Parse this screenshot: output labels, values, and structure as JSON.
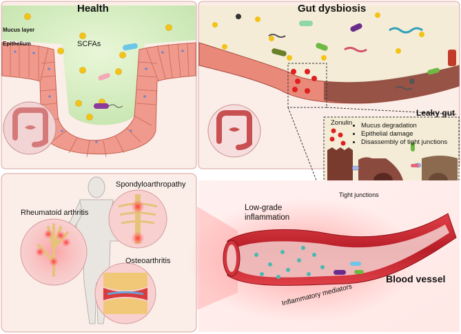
{
  "panels": {
    "health": {
      "title": "Health",
      "mucus_layer": "Mucus layer",
      "epithelium": "Epithelium",
      "scfas": "SCFAs"
    },
    "dysbiosis": {
      "title": "Gut dysbiosis"
    },
    "leaky_gut": {
      "title": "Leaky gut",
      "zonulin": "Zonulin",
      "bullets": [
        "Mucus degradation",
        "Epithelial damage",
        "Disassembly of tight junctions"
      ],
      "tight_junctions": "Tight junctions"
    },
    "joints": {
      "spondyloarthropathy": "Spondyloarthropathy",
      "rheumatoid_arthritis": "Rheumatoid arthritis",
      "osteoarthritis": "Osteoarthritis"
    },
    "vessel": {
      "low_grade_line1": "Low-grade",
      "low_grade_line2": "inflammation",
      "blood_vessel": "Blood vessel",
      "mediators": "Inflammatory mediators"
    }
  },
  "colors": {
    "health_bg": "#dcefc9",
    "dysbiosis_bg": "#f4ecd6",
    "epithelium": "#e8897a",
    "damaged_epithelium": "#8a4a3e",
    "zonulin": "#e02020",
    "scfa": "#f3c317",
    "vessel": "#c8242c",
    "inflammation_glow": "#ff6a6a"
  }
}
